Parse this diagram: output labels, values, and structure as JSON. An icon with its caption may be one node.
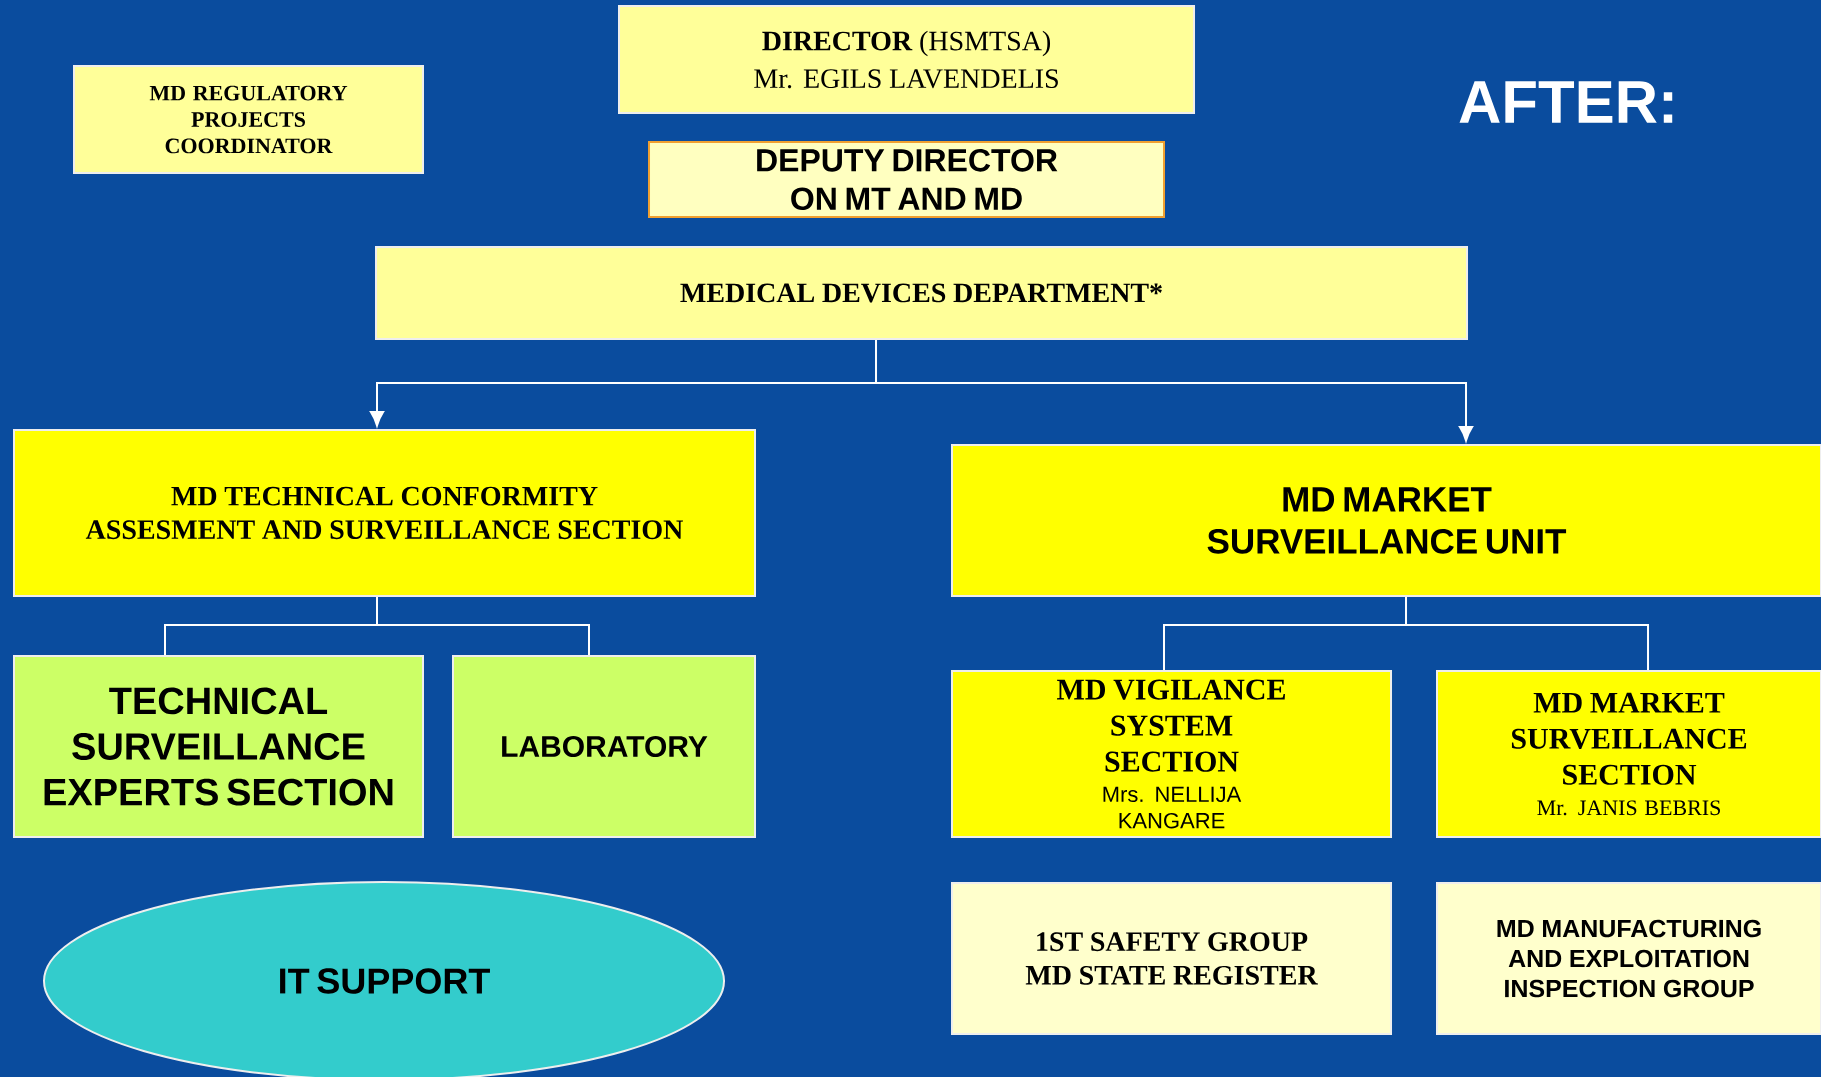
{
  "diagram": {
    "nodes": [
      {
        "text": [
          "MD REGULATORY PROJECTS COORDINATOR"
        ]
      },
      {
        "text": [
          "**DIRECTOR** (HSMTSA)",
          "Mr. EGILS LAVENDELIS"
        ]
      },
      {
        "text": [
          "DEPUTY DIRECTOR ON MT AND MD"
        ]
      },
      {
        "text": [
          "MEDICAL DEVICES DEPARTMENT*"
        ]
      },
      {
        "text": [
          "MD TECHNICAL CONFORMITY ASSESMENT AND SURVEILLANCE SECTION"
        ]
      },
      {
        "text": [
          "MD MARKET SURVEILLANCE UNIT"
        ]
      },
      {
        "text": [
          "TECHNICAL SURVEILLANCE EXPERTS SECTION"
        ]
      },
      {
        "text": [
          "LABORATORY"
        ]
      },
      {
        "text": [
          "MD VIGILANCE SYSTEM SECTION",
          "Mrs. NELLIJA KANGARE"
        ]
      },
      {
        "text": [
          "MD MARKET SURVEILLANCE SECTION",
          "Mr. JANIS BEBRIS"
        ]
      },
      {
        "text": [
          "1ST SAFETY GROUP MD STATE REGISTER"
        ]
      },
      {
        "text": [
          "MD MANUFACTURING AND EXPLOITATION INSPECTION GROUP"
        ]
      },
      {
        "text": [
          "IT SUPPORT"
        ]
      }
    ],
    "edges": [
      {
        "from": 3,
        "to": 4,
        "arrow": "to"
      },
      {
        "from": 3,
        "to": 5,
        "arrow": "to"
      },
      {
        "from": 4,
        "to": 6,
        "arrow": "none"
      },
      {
        "from": 4,
        "to": 7,
        "arrow": "none"
      },
      {
        "from": 5,
        "to": 8,
        "arrow": "none"
      },
      {
        "from": 5,
        "to": 9,
        "arrow": "none"
      }
    ],
    "labels": [
      "AFTER:"
    ]
  }
}
